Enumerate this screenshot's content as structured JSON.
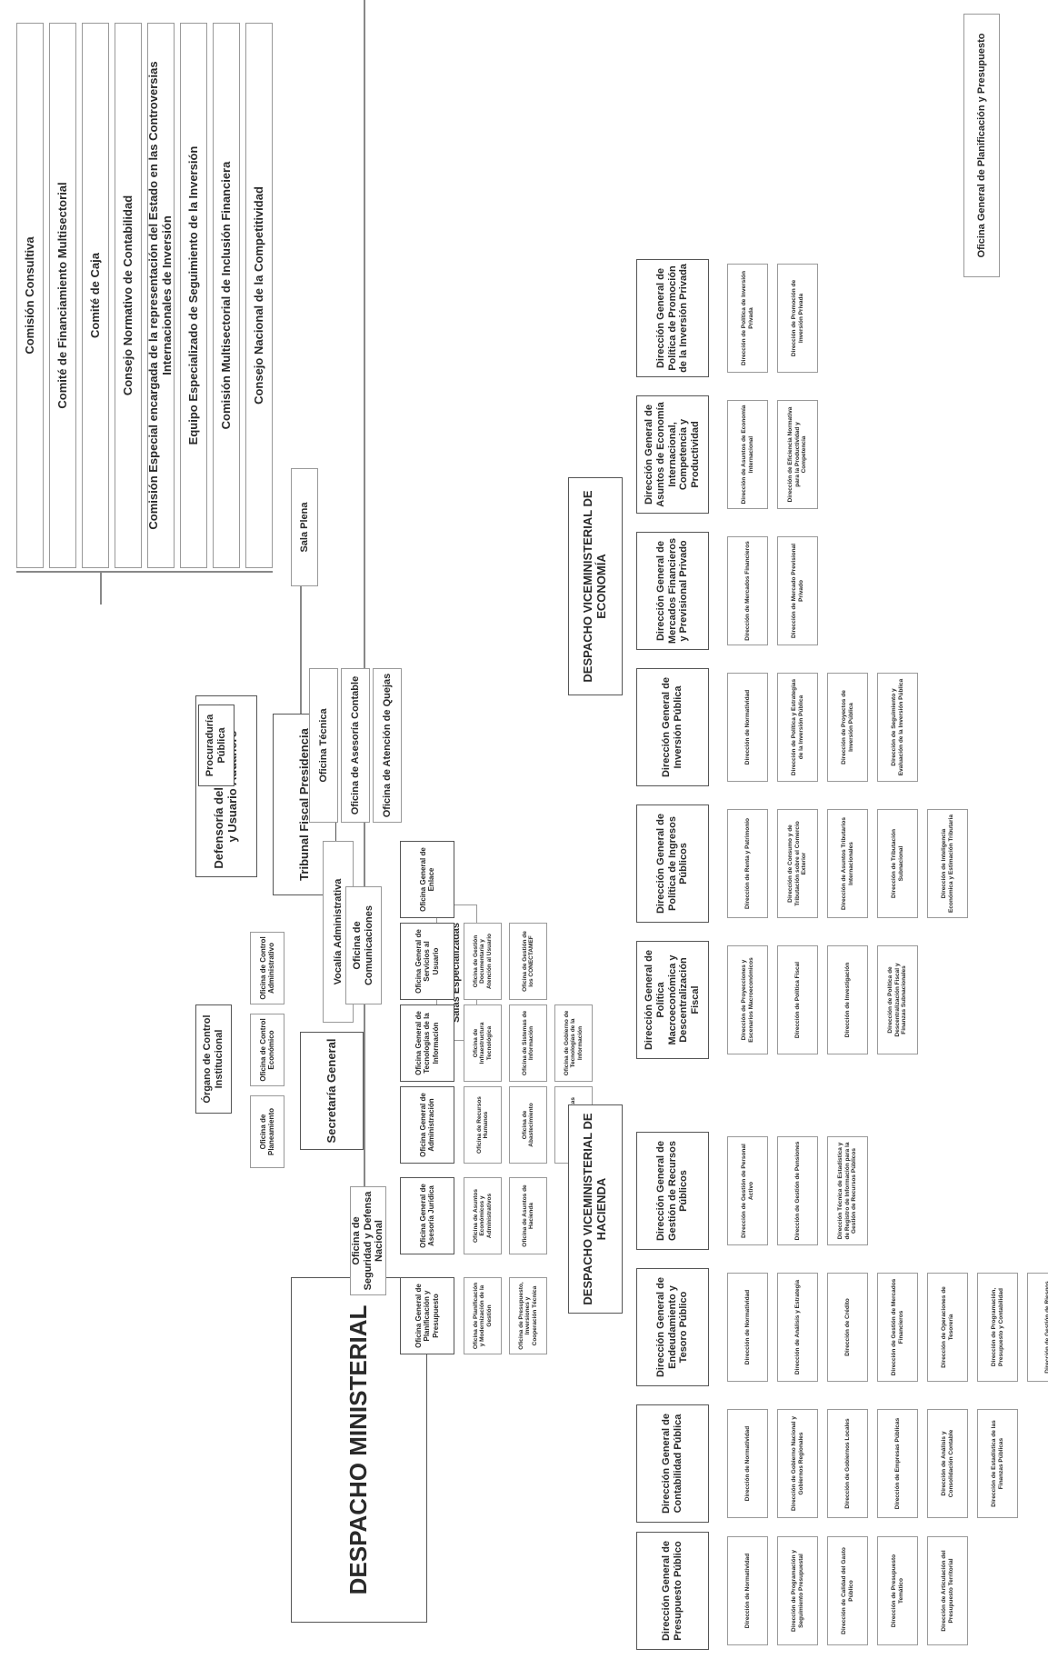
{
  "despacho": "DESPACHO MINISTERIAL",
  "comisiones": [
    "Comisión Consultiva",
    "Comité de Financiamiento Multisectorial",
    "Comité de Caja",
    "Consejo Normativo de Contabilidad",
    "Comisión Especial encargada de la representación del Estado en las Controversias Internacionales de Inversión",
    "Equipo Especializado de Seguimiento de la Inversión",
    "Comisión Multisectorial de Inclusión Financiera",
    "Consejo Nacional de la Competitividad"
  ],
  "defensoria": "Defensoría del Contribuyente y Usuario Aduanero",
  "tribunal": "Tribunal Fiscal Presidencia",
  "sala_plena": "Sala Plena",
  "vocalia": "Vocalía Administrativa",
  "tribunal_oficinas": [
    "Oficina Técnica",
    "Oficina de Asesoría Contable",
    "Oficina de Atención de Quejas"
  ],
  "salas": "Salas Especializadas",
  "procuraduria": "Procuraduría Pública",
  "oci": "Órgano de Control Institucional",
  "oci_oficinas": [
    "Oficina de Planeamiento",
    "Oficina de Control Económico",
    "Oficina de Control Administrativo"
  ],
  "secretaria": "Secretaría General",
  "comunicaciones": "Oficina de Comunicaciones",
  "seguridad": "Oficina de Seguridad y Defensa Nacional",
  "oficinas_generales": [
    {
      "label": "Oficina General de Planificación y Presupuesto",
      "subs": [
        "Oficina de Planificación y Modernización de la Gestión",
        "Oficina de Presupuesto, Inversiones y Cooperación Técnica"
      ]
    },
    {
      "label": "Oficina General de Asesoría Jurídica",
      "subs": [
        "Oficina de Asuntos Económicos y Administrativos",
        "Oficina de Asuntos de Hacienda"
      ]
    },
    {
      "label": "Oficina General de Administración",
      "subs": [
        "Oficina de Recursos Humanos",
        "Oficina de Abastecimiento",
        "Oficina de Finanzas"
      ]
    },
    {
      "label": "Oficina General de Tecnologías de la Información",
      "subs": [
        "Oficina de Infraestructura Tecnológica",
        "Oficina de Sistemas de Información",
        "Oficina de Gobierno de Tecnologías de la Información"
      ]
    },
    {
      "label": "Oficina General de Servicios al Usuario",
      "subs": [
        "Oficina de Gestión Documentaria y Atención al Usuario",
        "Oficina de Gestión de los CONECTAMEF"
      ]
    },
    {
      "label": "Oficina General de Enlace",
      "subs": []
    }
  ],
  "vm_hacienda": "DESPACHO VICEMINISTERIAL DE HACIENDA",
  "vm_economia": "DESPACHO VICEMINISTERIAL DE ECONOMÍA",
  "hacienda_dg": [
    {
      "label": "Dirección General de Presupuesto Público",
      "subs": [
        "Dirección de Normatividad",
        "Dirección de Programación y Seguimiento Presupuestal",
        "Dirección de Calidad del Gasto Público",
        "Dirección de Presupuesto Temático",
        "Dirección de Articulación del Presupuesto Territorial"
      ]
    },
    {
      "label": "Dirección General de Contabilidad Pública",
      "subs": [
        "Dirección de Normatividad",
        "Dirección de Gobierno Nacional y Gobiernos Regionales",
        "Dirección de Gobiernos Locales",
        "Dirección de Empresas Públicas",
        "Dirección de Análisis y Consolidación Contable",
        "Dirección de Estadística de las Finanzas Públicas"
      ]
    },
    {
      "label": "Dirección General de Endeudamiento y Tesoro Público",
      "subs": [
        "Dirección de Normatividad",
        "Dirección de Análisis y Estrategia",
        "Dirección de Crédito",
        "Dirección de Gestión de Mercados Financieros",
        "Dirección de Operaciones de Tesorería",
        "Dirección de Programación, Presupuesto y Contabilidad",
        "Dirección de Gestión de Riesgos"
      ]
    },
    {
      "label": "Dirección General de Gestión de Recursos Públicos",
      "subs": [
        "Dirección de Gestión de Personal Activo",
        "Dirección de Gestión de Pensiones",
        "Dirección Técnica de Estadística y de Registro de Información para la Gestión de Recursos Públicos"
      ]
    }
  ],
  "economia_dg": [
    {
      "label": "Dirección General de Política Macroeconómica y Descentralización Fiscal",
      "subs": [
        "Dirección de Proyecciones y Escenarios Macroeconómicos",
        "Dirección de Política Fiscal",
        "Dirección de Investigación",
        "Dirección de Política de Descentralización Fiscal y Finanzas Subnacionales"
      ]
    },
    {
      "label": "Dirección General de Política de Ingresos Públicos",
      "subs": [
        "Dirección de Renta y Patrimonio",
        "Dirección de Consumo y de Tributación sobre el Comercio Exterior",
        "Dirección de Asuntos Tributarios Internacionales",
        "Dirección de Tributación Subnacional",
        "Dirección de Inteligencia Económica y Estimación Tributaria"
      ]
    },
    {
      "label": "Dirección General de Inversión Pública",
      "subs": [
        "Dirección de Normatividad",
        "Dirección de Política y Estrategias de la Inversión Pública",
        "Dirección de Proyectos de Inversión Pública",
        "Dirección de Seguimiento y Evaluación de la Inversión Pública"
      ]
    },
    {
      "label": "Dirección General de Mercados Financieros y Previsional Privado",
      "subs": [
        "Dirección de Mercados Financieros",
        "Dirección de Mercado Previsional Privado"
      ]
    },
    {
      "label": "Dirección General de Asuntos de Economía Internacional, Competencia y Productividad",
      "subs": [
        "Dirección de Asuntos de Economía Internacional",
        "Dirección de Eficiencia Normativa para la Productividad y Competencia"
      ]
    },
    {
      "label": "Dirección General de Política de Promoción de la Inversión Privada",
      "subs": [
        "Dirección de Política de Inversión Privada",
        "Dirección de Promoción de Inversión Privada"
      ]
    }
  ],
  "ogpp_right": "Oficina General de Planificación y Presupuesto"
}
